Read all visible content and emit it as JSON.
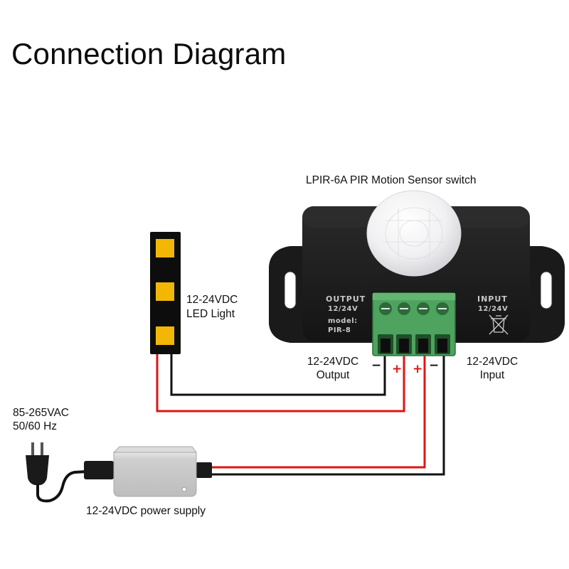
{
  "title": "Connection Diagram",
  "sensor": {
    "name": "LPIR-6A PIR Motion Sensor switch",
    "output_label": "OUTPUT",
    "output_voltage": "12/24V",
    "model_label": "model:",
    "model_value": "PIR-8",
    "input_label": "INPUT",
    "input_voltage": "12/24V",
    "recycle_icon": "crossed-bin-icon"
  },
  "led": {
    "line1": "12-24VDC",
    "line2": "LED Light"
  },
  "output": {
    "line1": "12-24VDC",
    "line2": "Output"
  },
  "input": {
    "line1": "12-24VDC",
    "line2": "Input"
  },
  "ac": {
    "line1": "85-265VAC",
    "line2": "50/60 Hz"
  },
  "power_supply": {
    "label": "12-24VDC power supply"
  },
  "polarity": {
    "out_neg": "−",
    "out_pos": "+",
    "in_pos": "+",
    "in_neg": "−"
  },
  "colors": {
    "positive_wire": "#e01414",
    "negative_wire": "#111111",
    "terminal_green": "#4ea35e",
    "led_chip": "#f2b705"
  }
}
